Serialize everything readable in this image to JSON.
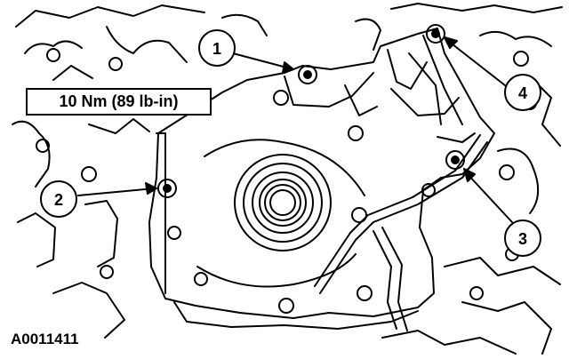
{
  "torque_spec": "10 Nm (89 lb-in)",
  "figure_id": "A0011411",
  "callouts": [
    {
      "number": "1"
    },
    {
      "number": "2"
    },
    {
      "number": "3"
    },
    {
      "number": "4"
    }
  ],
  "colors": {
    "ink": "#000000",
    "background": "#ffffff"
  }
}
